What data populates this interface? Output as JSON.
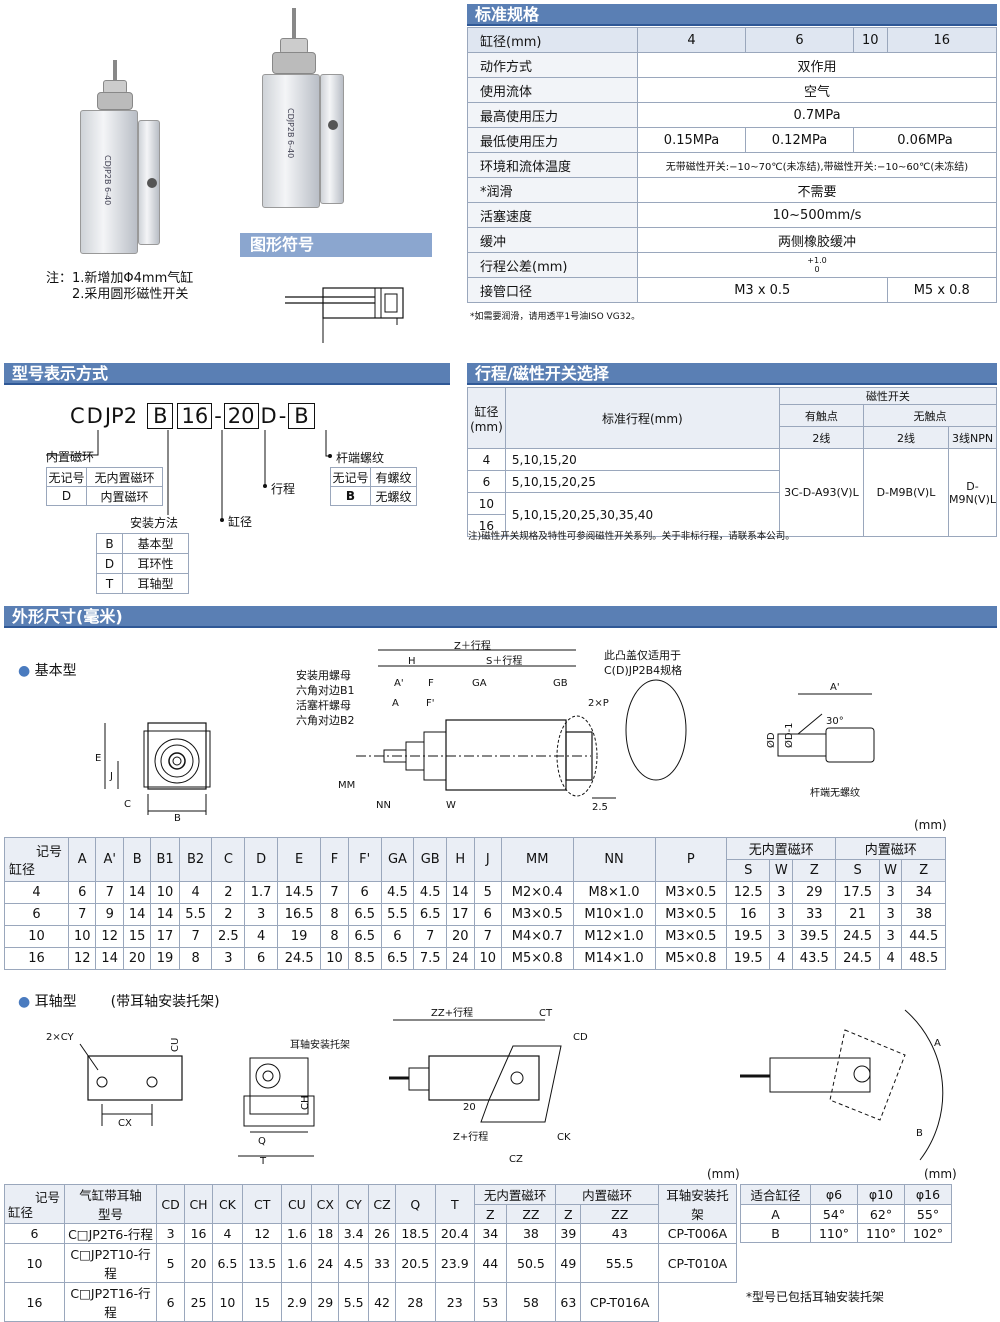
{
  "spec": {
    "title": "标准规格",
    "rows": [
      {
        "label": "缸径(mm)",
        "cells": [
          "4",
          "6",
          "10",
          "16"
        ]
      },
      {
        "label": "动作方式",
        "value": "双作用"
      },
      {
        "label": "使用流体",
        "value": "空气"
      },
      {
        "label": "最高使用压力",
        "value": "0.7MPa"
      },
      {
        "label": "最低使用压力",
        "cells": [
          "0.15MPa",
          "0.12MPa",
          "0.06MPa"
        ]
      },
      {
        "label": "环境和流体温度",
        "value": "无带磁性开关:−10~70℃(未冻结),带磁性开关:−10~60℃(未冻结)"
      },
      {
        "label": "*润滑",
        "value": "不需要"
      },
      {
        "label": "活塞速度",
        "value": "10~500mm/s"
      },
      {
        "label": "缓冲",
        "value": "两侧橡胶缓冲"
      },
      {
        "label": "行程公差(mm)",
        "value": "+1.0\n0"
      },
      {
        "label": "接管口径",
        "cells": [
          "M3 x 0.5",
          "M5 x 0.8"
        ]
      }
    ],
    "footnote": "*如需要润滑，请用透平1号油ISO VG32。"
  },
  "photo": {
    "label1": "CDJP2B 6-40",
    "label2": "CDJP2B 6-40"
  },
  "note": {
    "line1": "注：1.新增加Φ4mm气缸",
    "line2": "2.采用圆形磁性开关"
  },
  "symbol": {
    "title": "图形符号"
  },
  "model": {
    "title": "型号表示方式",
    "code": [
      "C",
      "D",
      "JP2",
      "B",
      "16",
      "-",
      "20",
      "D",
      "-",
      "B"
    ],
    "magnet_label": "内置磁环",
    "magnet_rows": [
      [
        "无记号",
        "无内置磁环"
      ],
      [
        "D",
        "内置磁环"
      ]
    ],
    "mount_label": "安装方法",
    "mount_rows": [
      [
        "B",
        "基本型"
      ],
      [
        "D",
        "耳环性"
      ],
      [
        "T",
        "耳轴型"
      ]
    ],
    "bore_label": "缸径",
    "stroke_label": "行程",
    "thread_label": "杆端螺纹",
    "thread_rows": [
      [
        "无记号",
        "有螺纹"
      ],
      [
        "B",
        "无螺纹"
      ]
    ]
  },
  "stroke": {
    "title": "行程/磁性开关选择",
    "h_bore": "缸径\n(mm)",
    "h_stroke": "标准行程(mm)",
    "h_switch": "磁性开关",
    "h_contact": "有触点",
    "h_nocontact": "无触点",
    "h_2wire": "2线",
    "h_2wire_b": "2线",
    "h_3wire": "3线NPN",
    "rows": [
      [
        "4",
        "5,10,15,20"
      ],
      [
        "6",
        "5,10,15,20,25"
      ],
      [
        "10",
        "5,10,15,20,25,30,35,40"
      ],
      [
        "16",
        ""
      ]
    ],
    "sw1": "3C-D-A93(V)L",
    "sw2": "D-M9B(V)L",
    "sw3": "D-M9N(V)L",
    "note": "注)磁性开关规格及特性可参阅磁性开关系列。关于非标行程，请联系本公司。"
  },
  "dims": {
    "title": "外形尺寸(毫米)",
    "basic_label": "基本型",
    "unit": "(mm)",
    "callouts": {
      "z": "Z＋行程",
      "h": "H",
      "s": "S＋行程",
      "a1": "A'",
      "f": "F",
      "ga": "GA",
      "gb": "GB",
      "a": "A",
      "f1": "F'",
      "p": "2×P",
      "w": "W",
      "nn": "NN",
      "mm": "MM",
      "b1": "安装用螺母",
      "b1b": "六角对边B1",
      "b2": "活塞杆螺母",
      "b2b": "六角对边B2",
      "cap1": "此凸盖仅适用于",
      "cap2": "C(D)JP2B4规格",
      "e": "E",
      "j": "J",
      "c": "C",
      "b": "B",
      "d": "ØD",
      "d1": "ØD-1",
      "ang": "30°",
      "ap": "A'",
      "rod": "杆端无螺纹",
      "n25": "2.5"
    },
    "head": {
      "k1": "记号",
      "k2": "缸径",
      "cols": [
        "A",
        "A'",
        "B",
        "B1",
        "B2",
        "C",
        "D",
        "E",
        "F",
        "F'",
        "GA",
        "GB",
        "H",
        "J",
        "MM",
        "NN",
        "P"
      ],
      "g1": "无内置磁环",
      "g2": "内置磁环",
      "sub": [
        "S",
        "W",
        "Z",
        "S",
        "W",
        "Z"
      ]
    },
    "rows": [
      [
        "4",
        "6",
        "7",
        "14",
        "10",
        "4",
        "2",
        "1.7",
        "14.5",
        "7",
        "6",
        "4.5",
        "4.5",
        "14",
        "5",
        "M2×0.4",
        "M8×1.0",
        "M3×0.5",
        "12.5",
        "3",
        "29",
        "17.5",
        "3",
        "34"
      ],
      [
        "6",
        "7",
        "9",
        "14",
        "14",
        "5.5",
        "2",
        "3",
        "16.5",
        "8",
        "6.5",
        "5.5",
        "6.5",
        "17",
        "6",
        "M3×0.5",
        "M10×1.0",
        "M3×0.5",
        "16",
        "3",
        "33",
        "21",
        "3",
        "38"
      ],
      [
        "10",
        "10",
        "12",
        "15",
        "17",
        "7",
        "2.5",
        "4",
        "19",
        "8",
        "6.5",
        "6",
        "7",
        "20",
        "7",
        "M4×0.7",
        "M12×1.0",
        "M3×0.5",
        "19.5",
        "3",
        "39.5",
        "24.5",
        "3",
        "44.5"
      ],
      [
        "16",
        "12",
        "14",
        "20",
        "19",
        "8",
        "3",
        "6",
        "24.5",
        "10",
        "8.5",
        "6.5",
        "7.5",
        "24",
        "10",
        "M5×0.8",
        "M14×1.0",
        "M5×0.8",
        "19.5",
        "4",
        "43.5",
        "24.5",
        "4",
        "48.5"
      ]
    ]
  },
  "trunnion": {
    "label": "耳轴型",
    "sub": "(带耳轴安装托架)",
    "unit1": "(mm)",
    "unit2": "(mm)",
    "callouts": {
      "cy": "2×CY",
      "cu": "CU",
      "cx": "CX",
      "bracket": "耳轴安装托架",
      "ch": "CH",
      "q": "Q",
      "t": "T",
      "zz": "ZZ+行程",
      "ct": "CT",
      "cd": "CD",
      "z": "Z+行程",
      "ck": "CK",
      "cz": "CZ",
      "a": "A",
      "b": "B",
      "deg": "20"
    },
    "head": {
      "k1": "记号",
      "k2": "缸径",
      "model": "气缸带耳轴\n型号",
      "cols": [
        "CD",
        "CH",
        "CK",
        "CT",
        "CU",
        "CX",
        "CY",
        "CZ",
        "Q",
        "T"
      ],
      "g1": "无内置磁环",
      "g2": "内置磁环",
      "sub": [
        "Z",
        "ZZ",
        "Z",
        "ZZ"
      ],
      "bracket": "耳轴安装托架"
    },
    "rows": [
      [
        "6",
        "C□JP2T6-行程",
        "3",
        "16",
        "4",
        "12",
        "1.6",
        "18",
        "3.4",
        "26",
        "18.5",
        "20.4",
        "34",
        "38",
        "39",
        "43",
        "CP-T006A"
      ],
      [
        "10",
        "C□JP2T10-行程",
        "5",
        "20",
        "6.5",
        "13.5",
        "1.6",
        "24",
        "4.5",
        "33",
        "20.5",
        "23.9",
        "44",
        "50.5",
        "49",
        "55.5",
        "CP-T010A"
      ],
      [
        "16",
        "C□JP2T16-行程",
        "6",
        "25",
        "10",
        "15",
        "2.9",
        "29",
        "5.5",
        "42",
        "28",
        "23",
        "53",
        "58",
        "63",
        "CP-T016A"
      ]
    ],
    "angle": {
      "h0": "适合缸径",
      "h": [
        "φ6",
        "φ10",
        "φ16"
      ],
      "rows": [
        [
          "A",
          "54°",
          "62°",
          "55°"
        ],
        [
          "B",
          "110°",
          "110°",
          "102°"
        ]
      ],
      "note": "*型号已包括耳轴安装托架"
    }
  }
}
